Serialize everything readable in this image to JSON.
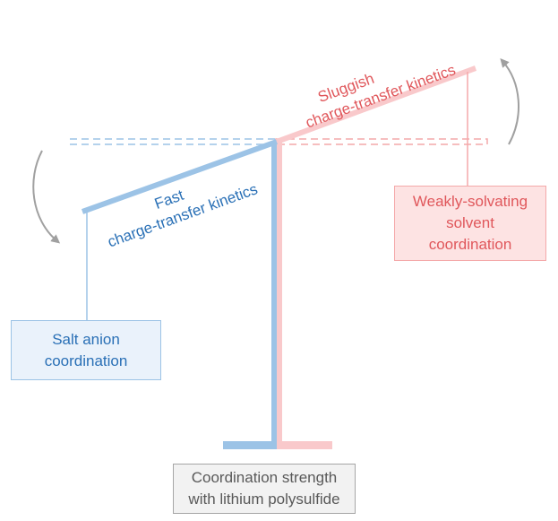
{
  "labels": {
    "sluggish_line1": "Sluggish",
    "sluggish_line2": "charge-transfer kinetics",
    "fast_line1": "Fast",
    "fast_line2": "charge-transfer kinetics",
    "salt_line1": "Salt anion",
    "salt_line2": "coordination",
    "solvent_line1": "Weakly-solvating",
    "solvent_line2": "solvent",
    "solvent_line3": "coordination",
    "strength_line1": "Coordination strength",
    "strength_line2": "with lithium polysulfide"
  },
  "colors": {
    "blue": "#2a70b6",
    "blue_light": "#9cc3e6",
    "blue_fill": "#eaf2fb",
    "red": "#e0575b",
    "red_light": "#f4a9aa",
    "red_fill": "#fde3e3",
    "gray": "#595959",
    "arrow_gray": "#a0a0a0"
  }
}
